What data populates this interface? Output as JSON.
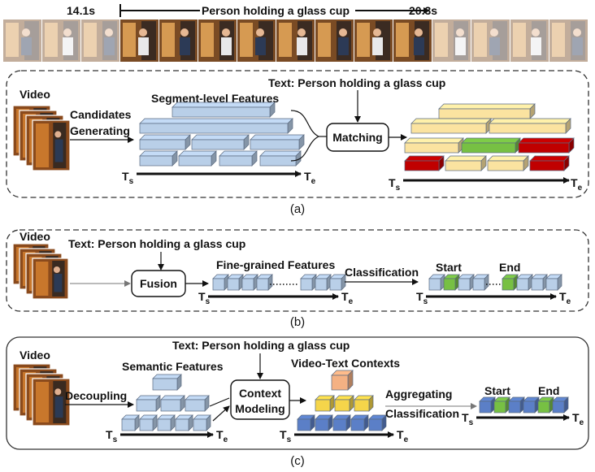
{
  "top_strip": {
    "start_time": "14.1s",
    "end_time": "20.3s",
    "query": "Person holding a glass cup"
  },
  "panel_a": {
    "video_label": "Video",
    "candidates_label_1": "Candidates",
    "candidates_label_2": "Generating",
    "segment_features_label": "Segment-level Features",
    "text_query": "Text: Person holding a glass cup",
    "matching_label": "Matching",
    "ts_label": "T",
    "ts_sub": "s",
    "te_label": "T",
    "te_sub": "e",
    "caption": "(a)"
  },
  "panel_b": {
    "video_label": "Video",
    "text_query": "Text: Person holding a glass cup",
    "fusion_label": "Fusion",
    "fine_features_label": "Fine-grained Features",
    "classification_label": "Classification",
    "start_label": "Start",
    "end_label": "End",
    "ts_label": "T",
    "ts_sub": "s",
    "te_label": "T",
    "te_sub": "e",
    "caption": "(b)"
  },
  "panel_c": {
    "video_label": "Video",
    "text_query": "Text: Person holding a glass cup",
    "decoupling_label": "Decoupling",
    "semantic_features_label": "Semantic Features",
    "context_label_1": "Context",
    "context_label_2": "Modeling",
    "video_text_contexts_label": "Video-Text Contexts",
    "aggregating_label": "Aggregating",
    "classification_label": "Classification",
    "start_label": "Start",
    "end_label": "End",
    "ts_label": "T",
    "ts_sub": "s",
    "te_label": "T",
    "te_sub": "e",
    "caption": "(c)"
  },
  "colors": {
    "blue": "#b9cfe8",
    "blue_dark": "#5b7fc7",
    "yellow": "#fbe3a0",
    "yellow_bright": "#f5d54a",
    "green": "#77c043",
    "red": "#c00000",
    "orange": "#f4b183"
  }
}
